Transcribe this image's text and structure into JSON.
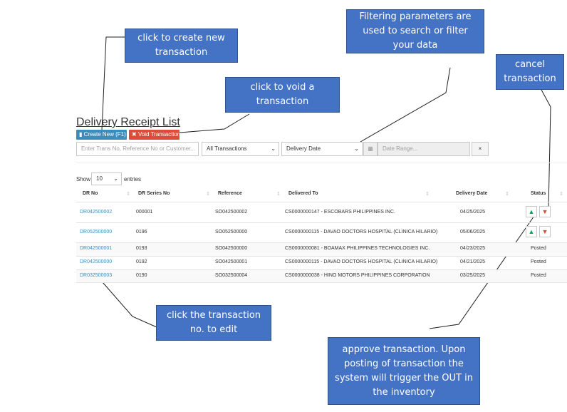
{
  "callouts": {
    "create": "click to create new transaction",
    "void": "click to void  a transaction",
    "filter": "Filtering parameters are used to search or filter your data",
    "cancel": "cancel transaction",
    "edit": "click the transaction no. to edit",
    "approve": "approve transaction. Upon posting of transaction the system will trigger the OUT in the inventory"
  },
  "page": {
    "title": "Delivery Receipt List"
  },
  "toolbar": {
    "create_label": "Create New (F1)",
    "void_label": "Void Transaction"
  },
  "filters": {
    "search_placeholder": "Enter Trans No, Reference No or Customer...",
    "transactions_select": "All Transactions",
    "date_type_select": "Delivery Date",
    "date_range_placeholder": "Date Range...",
    "clear_label": "×"
  },
  "length": {
    "show": "Show",
    "value": "10",
    "entries": "entries"
  },
  "table": {
    "headers": [
      "DR No",
      "DR Series No",
      "Reference",
      "Delivered To",
      "Delivery Date",
      "Status"
    ],
    "rows": [
      {
        "dr_no": "DR042500002",
        "series": "000001",
        "reference": "SO042500002",
        "delivered_to": "CS0000000147 - ESCOBARS PHILIPPINES INC.",
        "date": "04/25/2025",
        "status": ""
      },
      {
        "dr_no": "DR052500000",
        "series": "0196",
        "reference": "SO052500000",
        "delivered_to": "CS0000000115 - DAVAO DOCTORS HOSPITAL (CLINICA HILARIO)",
        "date": "05/06/2025",
        "status": ""
      },
      {
        "dr_no": "DR042500001",
        "series": "0193",
        "reference": "SO042500000",
        "delivered_to": "CS0000000081 - BOAMAX PHILIPPINES TECHNOLOGIES INC.",
        "date": "04/23/2025",
        "status": "Posted"
      },
      {
        "dr_no": "DR042500000",
        "series": "0192",
        "reference": "SO042500001",
        "delivered_to": "CS0000000115 - DAVAO DOCTORS HOSPITAL (CLINICA HILARIO)",
        "date": "04/21/2025",
        "status": "Posted"
      },
      {
        "dr_no": "DR032500003",
        "series": "0190",
        "reference": "SO032500004",
        "delivered_to": "CS0000000038 - HINO MOTORS PHILIPPINES CORPORATION",
        "date": "03/25/2025",
        "status": "Posted"
      }
    ]
  },
  "colors": {
    "callout": "#4472c4",
    "primary": "#3c8dbc",
    "danger": "#dd4b39",
    "approve": "#00a65a"
  },
  "icons": {
    "approve": "thumbs-up-icon",
    "cancel": "thumbs-down-icon",
    "file": "file-icon",
    "calendar": "calendar-icon"
  }
}
